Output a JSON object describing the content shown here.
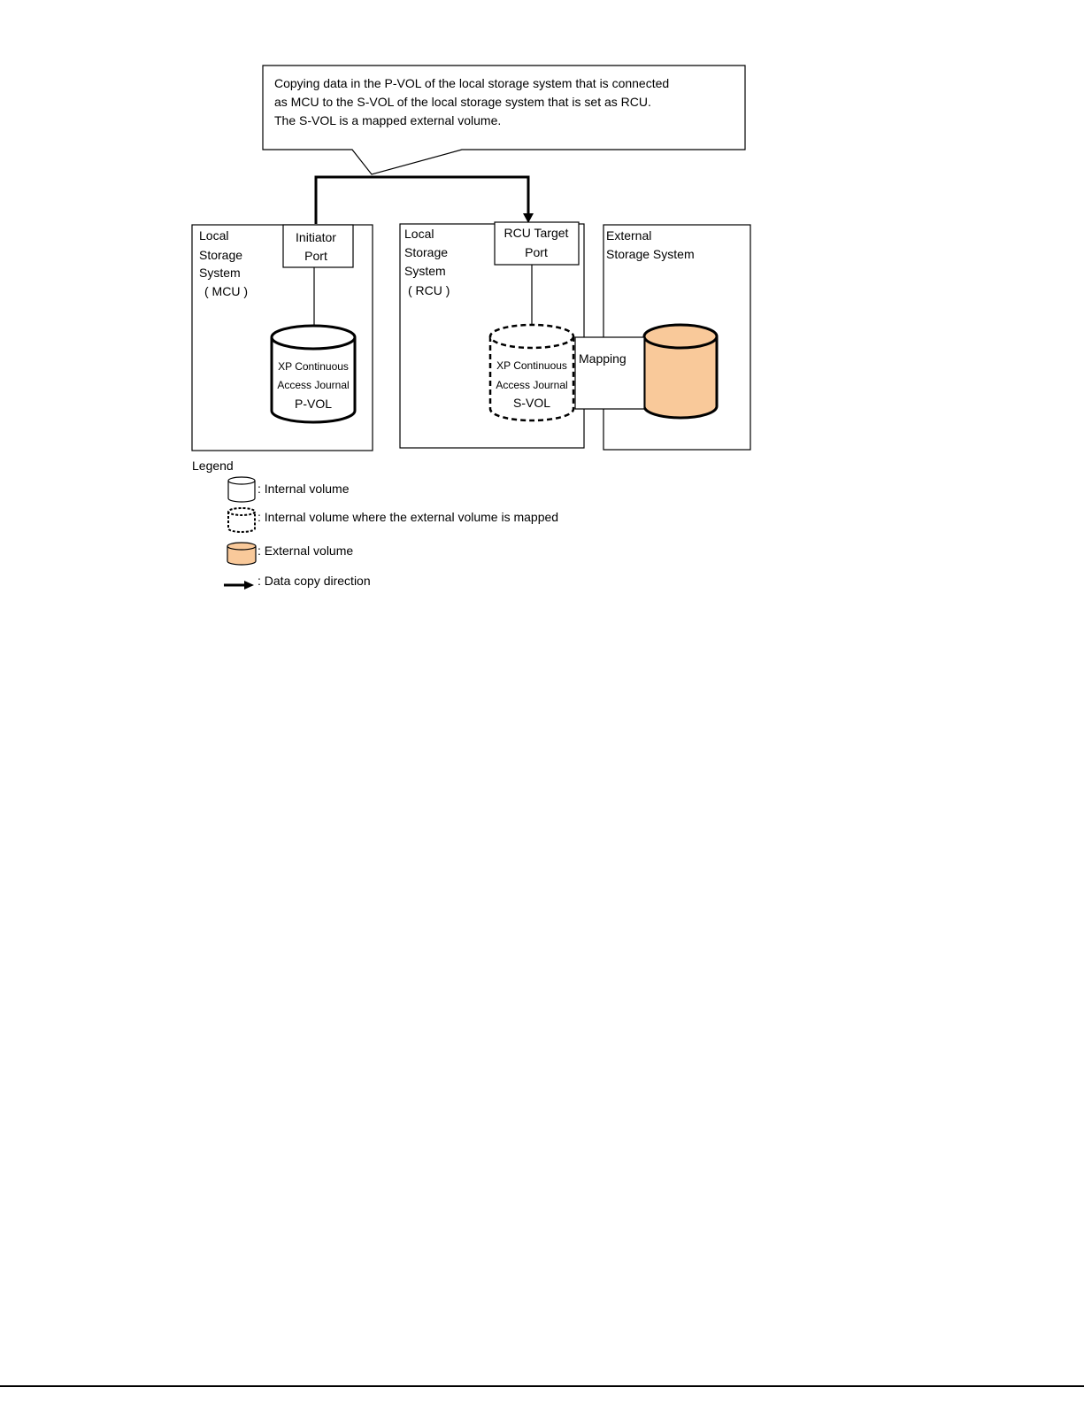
{
  "callout": {
    "lines": [
      "Copying data in the P-VOL of the local storage system that is connected",
      "as MCU to the S-VOL of the local storage system that is set as RCU.",
      "The S-VOL is a mapped external volume."
    ]
  },
  "mcu_box": {
    "label_lines": [
      "Local",
      "Storage",
      "System",
      "( MCU )"
    ],
    "port_lines": [
      "Initiator",
      "Port"
    ],
    "volume_lines": [
      "XP Continuous",
      "Access Journal",
      "P-VOL"
    ]
  },
  "rcu_box": {
    "label_lines": [
      "Local",
      "Storage",
      "System",
      "( RCU )"
    ],
    "port_lines": [
      "RCU Target",
      "Port"
    ],
    "volume_lines": [
      "XP Continuous",
      "Access Journal",
      "S-VOL"
    ]
  },
  "external_box": {
    "label_lines": [
      "External",
      "Storage System"
    ]
  },
  "mapping_label": "Mapping",
  "legend": {
    "title": "Legend",
    "items": [
      {
        "icon": "internal-volume-icon",
        "text": ": Internal volume"
      },
      {
        "icon": "mapped-volume-icon",
        "text": ": Internal volume where the external volume is mapped"
      },
      {
        "icon": "external-volume-icon",
        "text": ": External volume"
      },
      {
        "icon": "arrow-icon",
        "text": ": Data copy direction"
      }
    ]
  },
  "colors": {
    "external_volume_fill": "#F9C99A",
    "line": "#000000"
  }
}
